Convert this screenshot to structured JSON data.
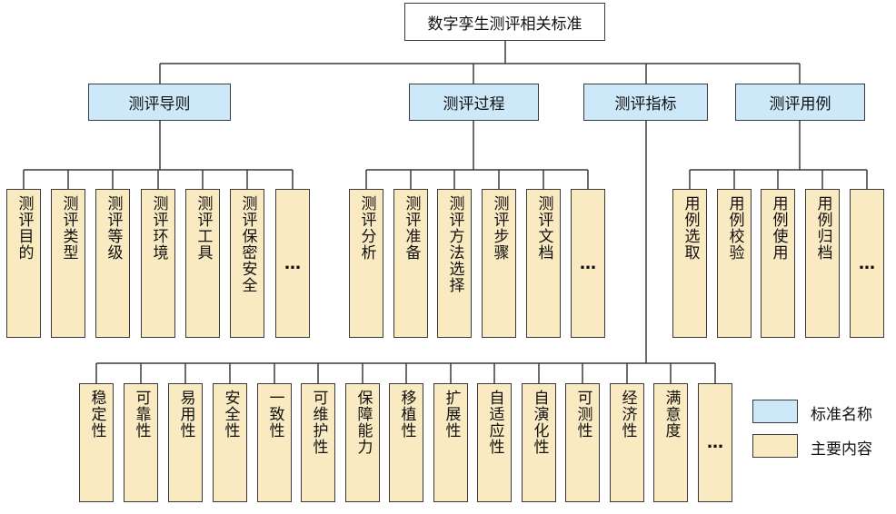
{
  "root": {
    "label": "数字孪生测评相关标准"
  },
  "categories": [
    {
      "label": "测评导则",
      "items": [
        "测评目的",
        "测评类型",
        "测评等级",
        "测评环境",
        "测评工具",
        "测评保密安全",
        "…"
      ]
    },
    {
      "label": "测评过程",
      "items": [
        "测评分析",
        "测评准备",
        "测评方法选择",
        "测评步骤",
        "测评文档",
        "…"
      ]
    },
    {
      "label": "测评指标",
      "items": [
        "稳定性",
        "可靠性",
        "易用性",
        "安全性",
        "一致性",
        "可维护性",
        "保障能力",
        "移植性",
        "扩展性",
        "自适应性",
        "自演化性",
        "可测性",
        "经济性",
        "满意度",
        "…"
      ]
    },
    {
      "label": "测评用例",
      "items": [
        "用例选取",
        "用例校验",
        "用例使用",
        "用例归档",
        "…"
      ]
    }
  ],
  "legend": [
    {
      "label": "标准名称",
      "color": "#cde8f8"
    },
    {
      "label": "主要内容",
      "color": "#faeac1"
    }
  ],
  "colors": {
    "category_fill": "#cde8f8",
    "item_fill": "#faeac1",
    "line": "#3a3a3a"
  }
}
